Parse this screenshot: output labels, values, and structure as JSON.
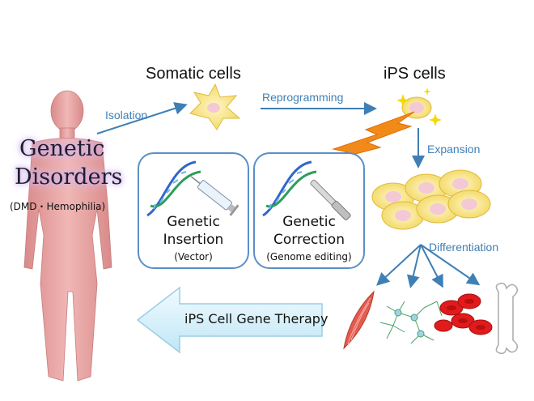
{
  "labels": {
    "somatic_cells": "Somatic cells",
    "ips_cells": "iPS cells",
    "isolation": "Isolation",
    "reprogramming": "Reprogramming",
    "expansion": "Expansion",
    "differentiation": "Differentiation",
    "genetic_line1": "Genetic",
    "genetic_line2": "Disorders",
    "disorder_examples": "(DMD・Hemophilia)",
    "insertion_title1": "Genetic",
    "insertion_title2": "Insertion",
    "insertion_sub": "(Vector)",
    "correction_title1": "Genetic",
    "correction_title2": "Correction",
    "correction_sub": "(Genome editing)",
    "therapy": "iPS Cell Gene Therapy"
  },
  "colors": {
    "arrow_blue": "#3f7fb5",
    "panel_border": "#5b8fc7",
    "body_pink": "#e8a9a9",
    "lightning_orange": "#f28a1a",
    "cell_yellow": "#f5e37a",
    "cell_nucleus": "#f4c9d6",
    "therapy_arrow": "#dff2fb"
  }
}
